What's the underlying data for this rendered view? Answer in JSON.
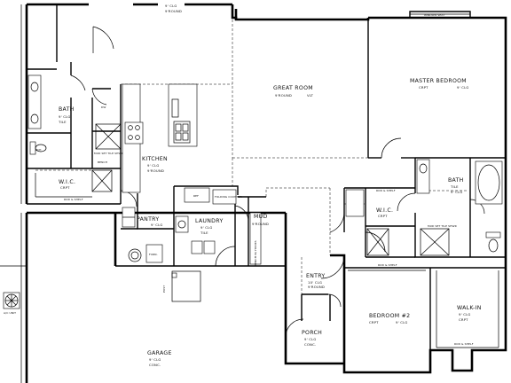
{
  "rooms": {
    "great_room": {
      "name": "GREAT ROOM",
      "sub1": "9'ROUND",
      "sub2": "VLT"
    },
    "master_bedroom": {
      "name": "MASTER BEDROOM",
      "sub1": "9' CLG",
      "sub2": "CRPT"
    },
    "kitchen": {
      "name": "KITCHEN",
      "sub1": "9' CLG",
      "sub2": "9'ROUND"
    },
    "bath_left": {
      "name": "BATH",
      "sub1": "9' CLG",
      "sub2": "TILE"
    },
    "bath_master": {
      "name": "BATH",
      "sub1": "TILE",
      "sub2": "9' CLG"
    },
    "wic_left": {
      "name": "W.I.C.",
      "sub1": "CRPT"
    },
    "wic_mid": {
      "name": "W.I.C.",
      "sub1": "CRPT"
    },
    "pantry": {
      "name": "PANTRY",
      "sub1": "9' CLG"
    },
    "laundry": {
      "name": "LAUNDRY",
      "sub1": "9' CLG",
      "sub2": "TILE"
    },
    "mud": {
      "name": "MUD",
      "sub1": "9'ROUND"
    },
    "entry": {
      "name": "ENTRY",
      "sub1": "10' CLG",
      "sub2": "9'ROUND"
    },
    "porch": {
      "name": "PORCH",
      "sub1": "9' CLG",
      "sub2": "CONC."
    },
    "bedroom2": {
      "name": "BEDROOM #2",
      "sub1": "CRPT",
      "sub2": "9' CLG"
    },
    "walk_in": {
      "name": "WALK-IN",
      "sub1": "9' CLG",
      "sub2": "CRPT"
    },
    "garage": {
      "name": "GARAGE",
      "sub1": "9' CLG",
      "sub2": "CONC."
    },
    "top_room": {
      "sub1": "9' CLG",
      "sub2": "9'ROUND"
    }
  },
  "notes": {
    "window_seat": "WINDOW SEAT",
    "rod_shelf": "ROD & SHELF",
    "mud_set_tile_shwr": "MUD SET TILE SHWR",
    "bench": "BENCH",
    "folding_counter": "FOLDING COUNTER",
    "bench_w_hooks": "BENCH W/ HOOKS",
    "post": "POST",
    "furn": "FURN.",
    "wh": "W/H",
    "ref": "REF",
    "dw": "DW",
    "ac_unit": "A/C UNIT"
  }
}
